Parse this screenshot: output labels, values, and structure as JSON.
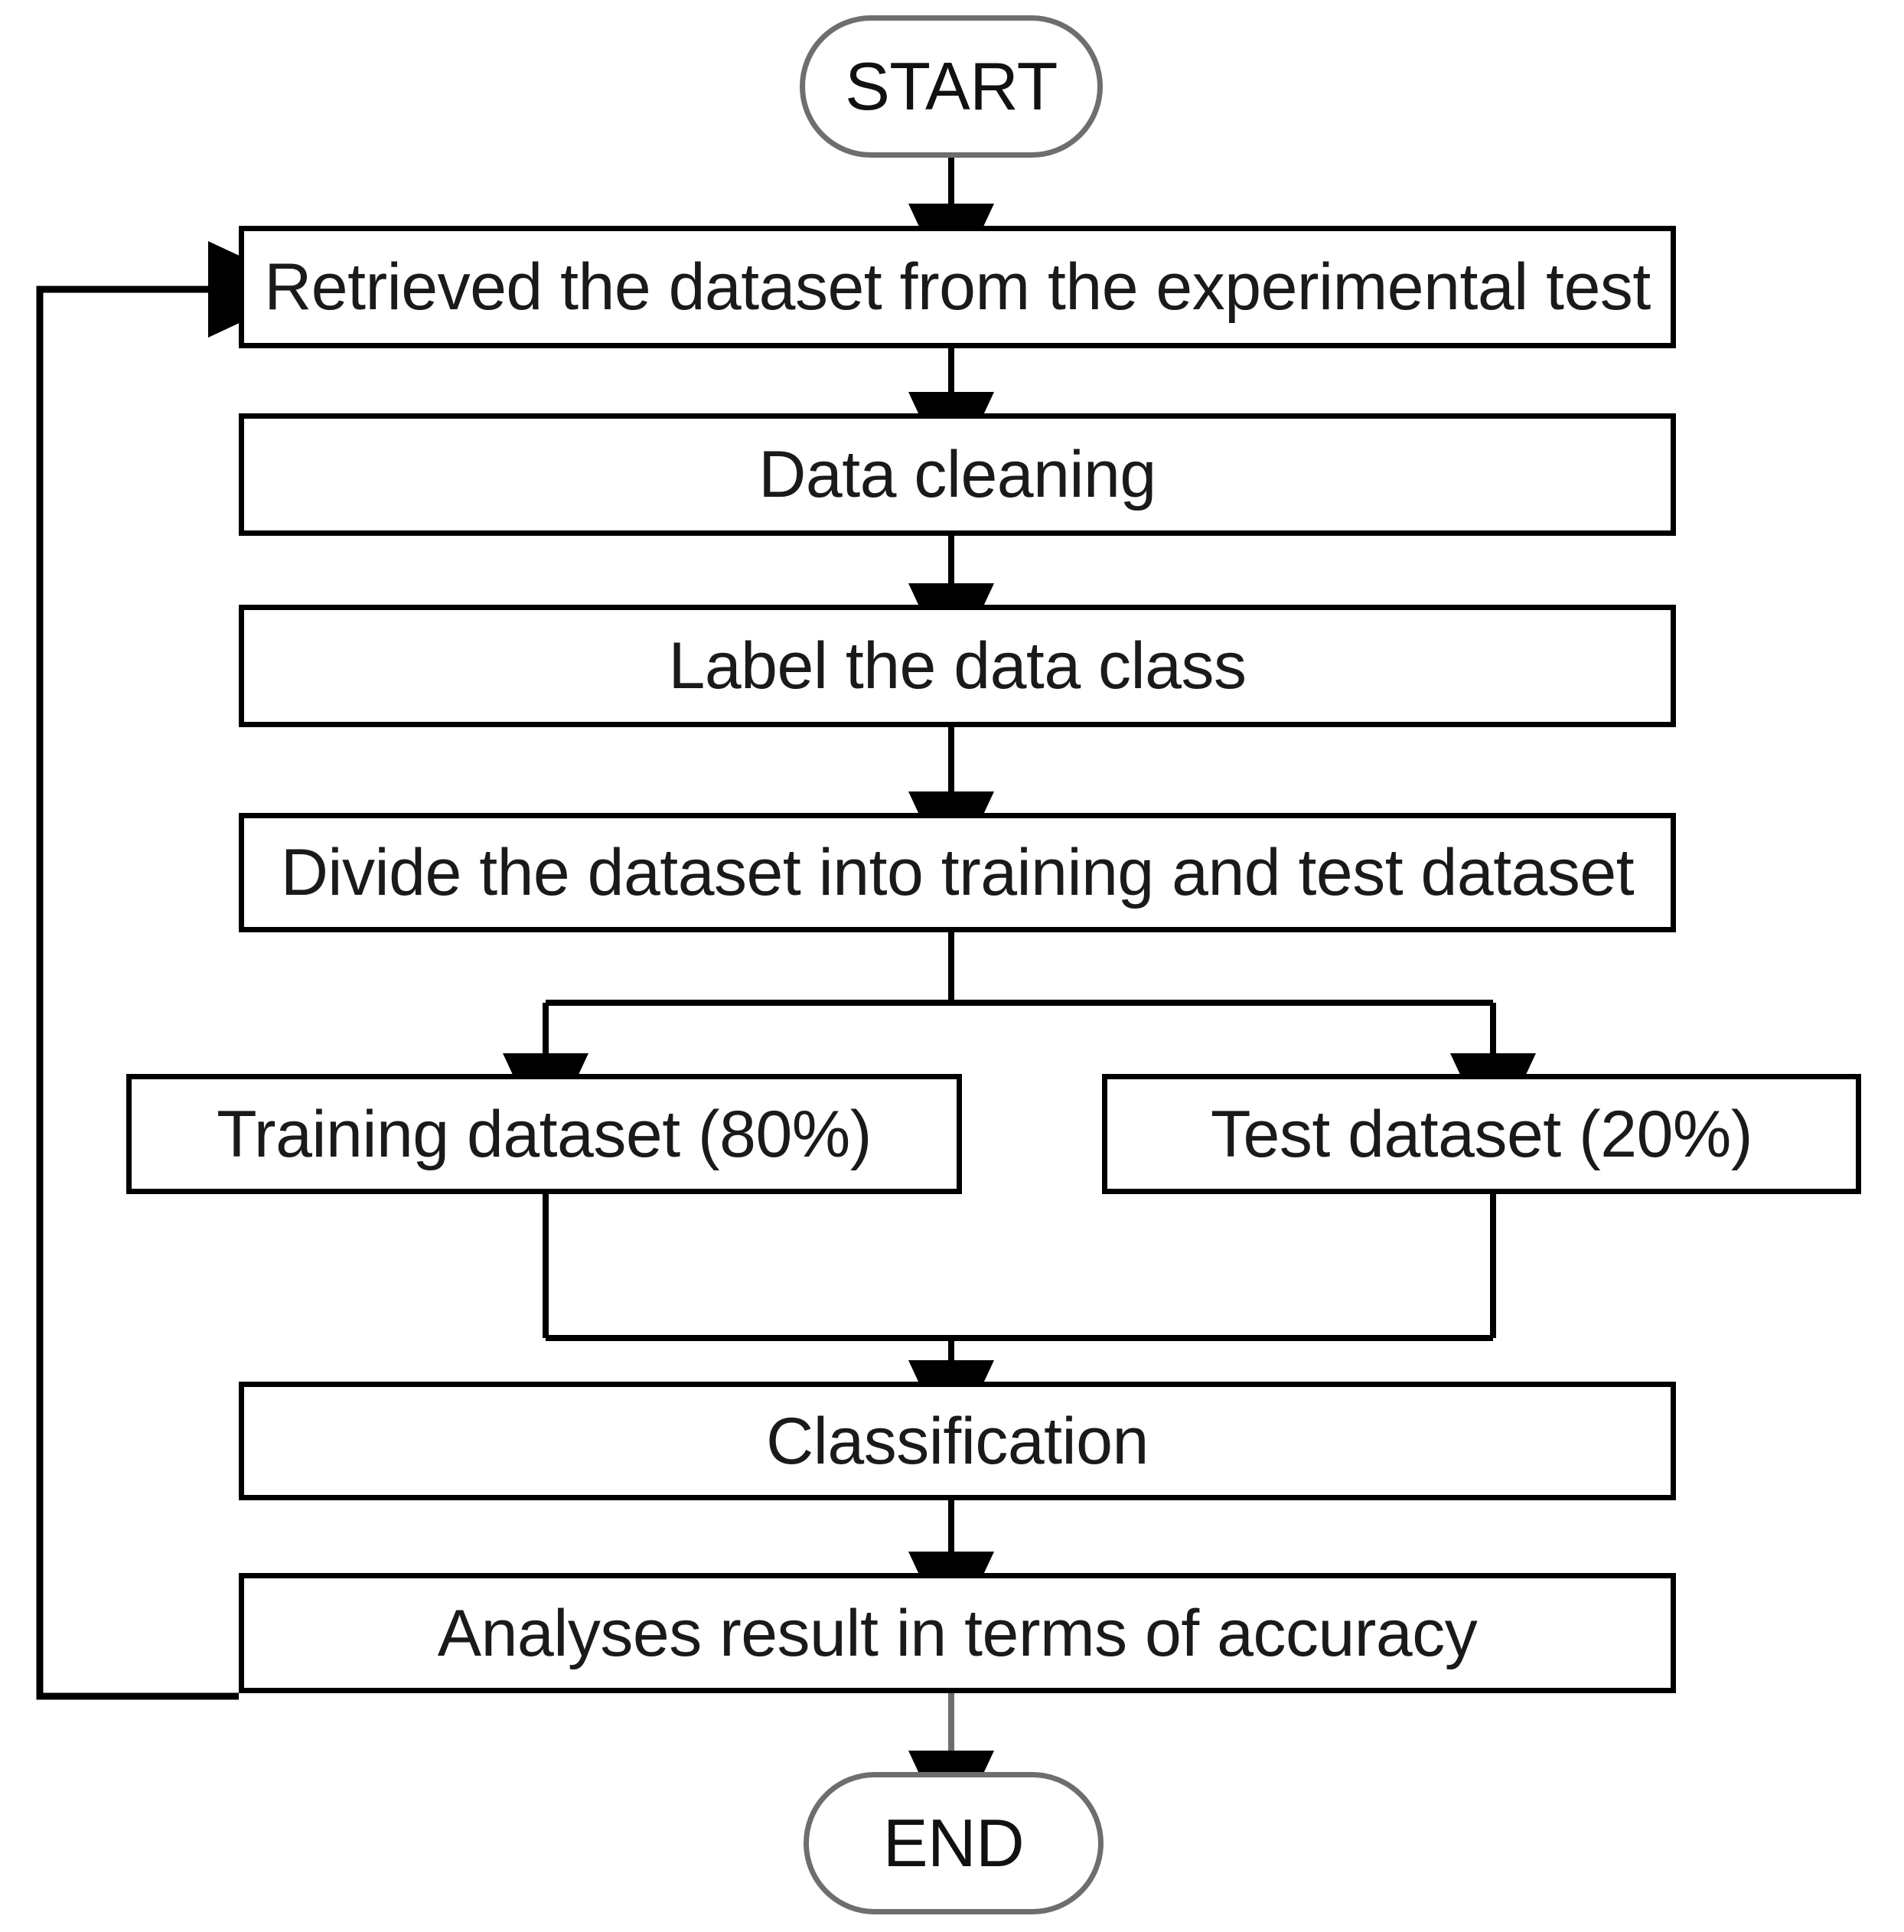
{
  "diagram": {
    "title": "Machine learning experiment workflow flowchart",
    "type": "flowchart",
    "colors": {
      "background": "#ffffff",
      "process_border": "#000000",
      "terminator_border": "#6e6e6e",
      "text": "#1a1a1a",
      "connector": "#000000"
    },
    "nodes": [
      {
        "id": "start",
        "shape": "terminator",
        "label": "START"
      },
      {
        "id": "retrieve",
        "shape": "process",
        "label": "Retrieved the dataset from the experimental test"
      },
      {
        "id": "clean",
        "shape": "process",
        "label": "Data cleaning"
      },
      {
        "id": "label_class",
        "shape": "process",
        "label": "Label the data class"
      },
      {
        "id": "divide",
        "shape": "process",
        "label": "Divide the dataset into training and test dataset"
      },
      {
        "id": "train_set",
        "shape": "process",
        "label": "Training dataset (80%)"
      },
      {
        "id": "test_set",
        "shape": "process",
        "label": "Test dataset (20%)"
      },
      {
        "id": "classify",
        "shape": "process",
        "label": "Classification"
      },
      {
        "id": "analyse",
        "shape": "process",
        "label": "Analyses result in terms of accuracy"
      },
      {
        "id": "end",
        "shape": "terminator",
        "label": "END"
      }
    ],
    "edges": [
      {
        "from": "start",
        "to": "retrieve",
        "kind": "arrow-down"
      },
      {
        "from": "retrieve",
        "to": "clean",
        "kind": "arrow-down"
      },
      {
        "from": "clean",
        "to": "label_class",
        "kind": "arrow-down"
      },
      {
        "from": "label_class",
        "to": "divide",
        "kind": "arrow-down"
      },
      {
        "from": "divide",
        "to": "train_set",
        "kind": "split-left"
      },
      {
        "from": "divide",
        "to": "test_set",
        "kind": "split-right"
      },
      {
        "from": "train_set",
        "to": "classify",
        "kind": "merge-down"
      },
      {
        "from": "test_set",
        "to": "classify",
        "kind": "merge-down"
      },
      {
        "from": "classify",
        "to": "analyse",
        "kind": "arrow-down"
      },
      {
        "from": "analyse",
        "to": "end",
        "kind": "arrow-down"
      },
      {
        "from": "analyse",
        "to": "retrieve",
        "kind": "feedback-loop-left"
      }
    ]
  }
}
